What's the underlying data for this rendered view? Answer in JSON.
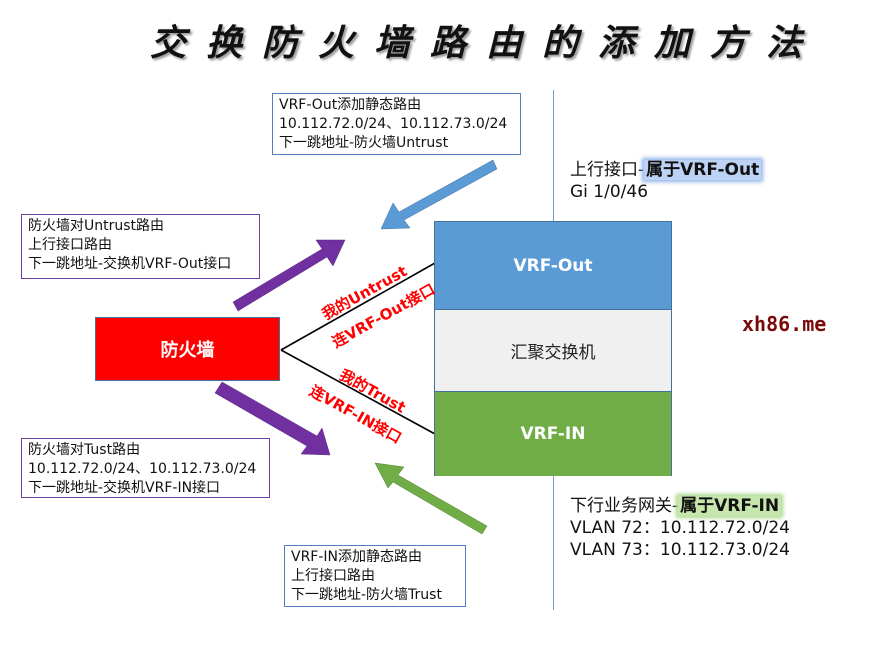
{
  "title": "交换防火墙路由的添加方法",
  "notes": {
    "vrf_out_static": {
      "lines": [
        "VRF-Out添加静态路由",
        "10.112.72.0/24、10.112.73.0/24",
        "下一跳地址-防火墙Untrust"
      ]
    },
    "fw_untrust_route": {
      "lines": [
        "防火墙对Untrust路由",
        "上行接口路由",
        "下一跳地址-交换机VRF-Out接口"
      ]
    },
    "fw_trust_route": {
      "lines": [
        "防火墙对Tust路由",
        "10.112.72.0/24、10.112.73.0/24",
        "下一跳地址-交换机VRF-IN接口"
      ]
    },
    "vrf_in_static": {
      "lines": [
        "VRF-IN添加静态路由",
        "上行接口路由",
        "下一跳地址-防火墙Trust"
      ]
    }
  },
  "firewall": {
    "label": "防火墙"
  },
  "switch": {
    "vrf_out": "VRF-Out",
    "name": "汇聚交换机",
    "vrf_in": "VRF-IN"
  },
  "link_labels": {
    "untrust_1": "我的Untrust",
    "untrust_2": "连VRF-Out接口",
    "trust_1": "我的Trust",
    "trust_2": "连VRF-IN接口"
  },
  "uplink": {
    "prefix": "上行接口-",
    "highlight": "属于VRF-Out",
    "port": "Gi 1/0/46"
  },
  "downlink": {
    "prefix": "下行业务网关-",
    "highlight": "属于VRF-IN",
    "vlans": [
      "VLAN 72：10.112.72.0/24",
      "VLAN 73：10.112.73.0/24"
    ]
  },
  "watermark": "xh86.me",
  "colors": {
    "firewall": "#ff0000",
    "vrf_out": "#5b9bd5",
    "vrf_in": "#70ad47",
    "switch_mid": "#f0f0f0",
    "arrow_purple": "#7030a0",
    "arrow_blue": "#5b9bd5",
    "arrow_green": "#70ad47",
    "label_red": "#ff0000"
  }
}
